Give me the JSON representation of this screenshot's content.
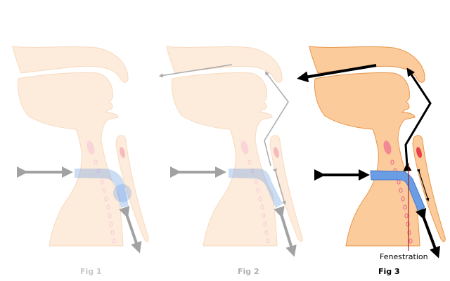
{
  "figures": [
    {
      "caption": "Fig 1",
      "caption_color": "#c8c8c8",
      "tissue_opacity": 0.35
    },
    {
      "caption": "Fig 2",
      "caption_color": "#b0b0b0",
      "tissue_opacity": 0.35
    },
    {
      "caption": "Fig 3",
      "caption_color": "#000000",
      "tissue_opacity": 1
    }
  ],
  "annotations": {
    "fenestration": "Fenestration"
  },
  "colors": {
    "tissue": "#fccb9c",
    "tissue_outline": "#e8964a",
    "tube": "#6a9de3",
    "marks": "#f07890",
    "arrow": "#000000"
  }
}
